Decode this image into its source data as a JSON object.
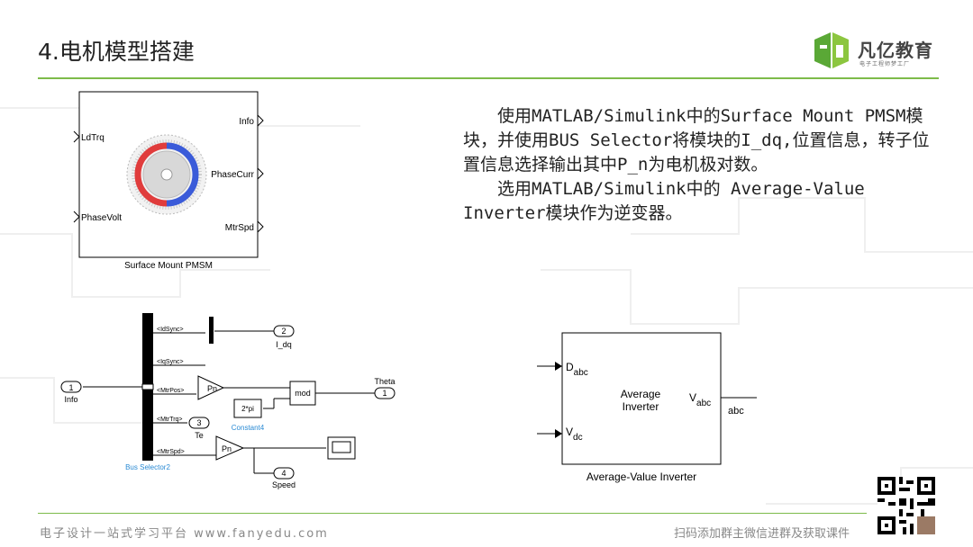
{
  "slide": {
    "title": "4.电机模型搭建",
    "paragraph1": "使用MATLAB/Simulink中的Surface Mount PMSM模块，并使用BUS Selector将模块的I_dq,位置信息，转子位置信息选择输出其中P_n为电机极对数。",
    "paragraph2": "选用MATLAB/Simulink中的 Average-Value Inverter模块作为逆变器。"
  },
  "logo": {
    "name": "凡亿教育",
    "tagline": "电子工程师梦工厂"
  },
  "pmsm_block": {
    "inputs": [
      "LdTrq",
      "PhaseVolt"
    ],
    "outputs": [
      "Info",
      "PhaseCurr",
      "MtrSpd"
    ],
    "caption": "Surface Mount PMSM"
  },
  "bus_diagram": {
    "in_port": {
      "num": "1",
      "label": "Info"
    },
    "signals": [
      "<IdSync>",
      "<IqSync>",
      "<MtrPos>",
      "<MtrTrq>",
      "<MtrSpd>"
    ],
    "selector_label": "Bus Selector2",
    "out_idq": {
      "num": "2",
      "label": "I_dq"
    },
    "out_te": {
      "num": "3",
      "label": "Te"
    },
    "out_speed": {
      "num": "4",
      "label": "Speed"
    },
    "out_theta": {
      "num": "1",
      "label": "Theta"
    },
    "gain1": "Pn",
    "gain2": "Pn",
    "mod": "mod",
    "constant_value": "2*pi",
    "constant_label": "Constant4"
  },
  "inverter_block": {
    "in1_main": "D",
    "in1_sub": "abc",
    "in2_main": "V",
    "in2_sub": "dc",
    "center1": "Average",
    "center2": "Inverter",
    "out_main": "V",
    "out_sub": "abc",
    "out_label": "abc",
    "caption": "Average-Value Inverter"
  },
  "footer": {
    "left": "电子设计一站式学习平台 www.fanyedu.com",
    "right": "扫码添加群主微信进群及获取课件"
  },
  "colors": {
    "accent": "#7dbb4a",
    "rotor_red": "#e03c3c",
    "rotor_blue": "#3a5bd9",
    "link_blue": "#2a8ad4"
  }
}
